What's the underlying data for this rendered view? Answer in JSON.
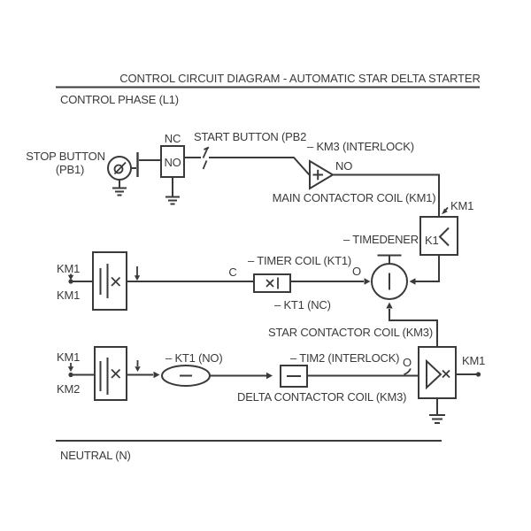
{
  "title": "CONTROL CIRCUIT DIAGRAM - AUTOMATIC STAR DELTA STARTER",
  "buses": {
    "control_phase": "CONTROL PHASE (L1)",
    "neutral": "NEUTRAL (N)"
  },
  "colors": {
    "ink": "#3a3a3a",
    "background": "#ffffff"
  },
  "components": {
    "stop_button": {
      "label_line1": "STOP BUTTON",
      "label_line2": "(PB1)"
    },
    "aux_box": {
      "top_label": "NC",
      "inner_label": "NO"
    },
    "start_button": {
      "label": "START BUTTON (PB2"
    },
    "km3_interlock": {
      "label": "– KM3 (INTERLOCK)",
      "state": "NO"
    },
    "main_contactor": {
      "label": "MAIN CONTACTOR COIL (KM1)"
    },
    "km1_relay": {
      "ref": "KM1",
      "box_label": "K1"
    },
    "timedener": {
      "label": "– TIMEDENER"
    },
    "km1_branch": {
      "top": "KM1",
      "bottom": "KM1"
    },
    "timer": {
      "c": "C",
      "label": "– TIMER COIL (KT1)",
      "sub": "– KT1 (NC)",
      "o": "O"
    },
    "star_contactor": {
      "label": "STAR CONTACTOR COIL (KM3)"
    },
    "km2_branch": {
      "top": "KM1",
      "bottom": "KM2"
    },
    "kt1_no": {
      "label": "– KT1 (NO)"
    },
    "tim2": {
      "label": "– TIM2 (INTERLOCK)",
      "o": "O"
    },
    "delta_contactor": {
      "label": "DELTA CONTACTOR COIL (KM3)",
      "out": "KM1"
    }
  }
}
